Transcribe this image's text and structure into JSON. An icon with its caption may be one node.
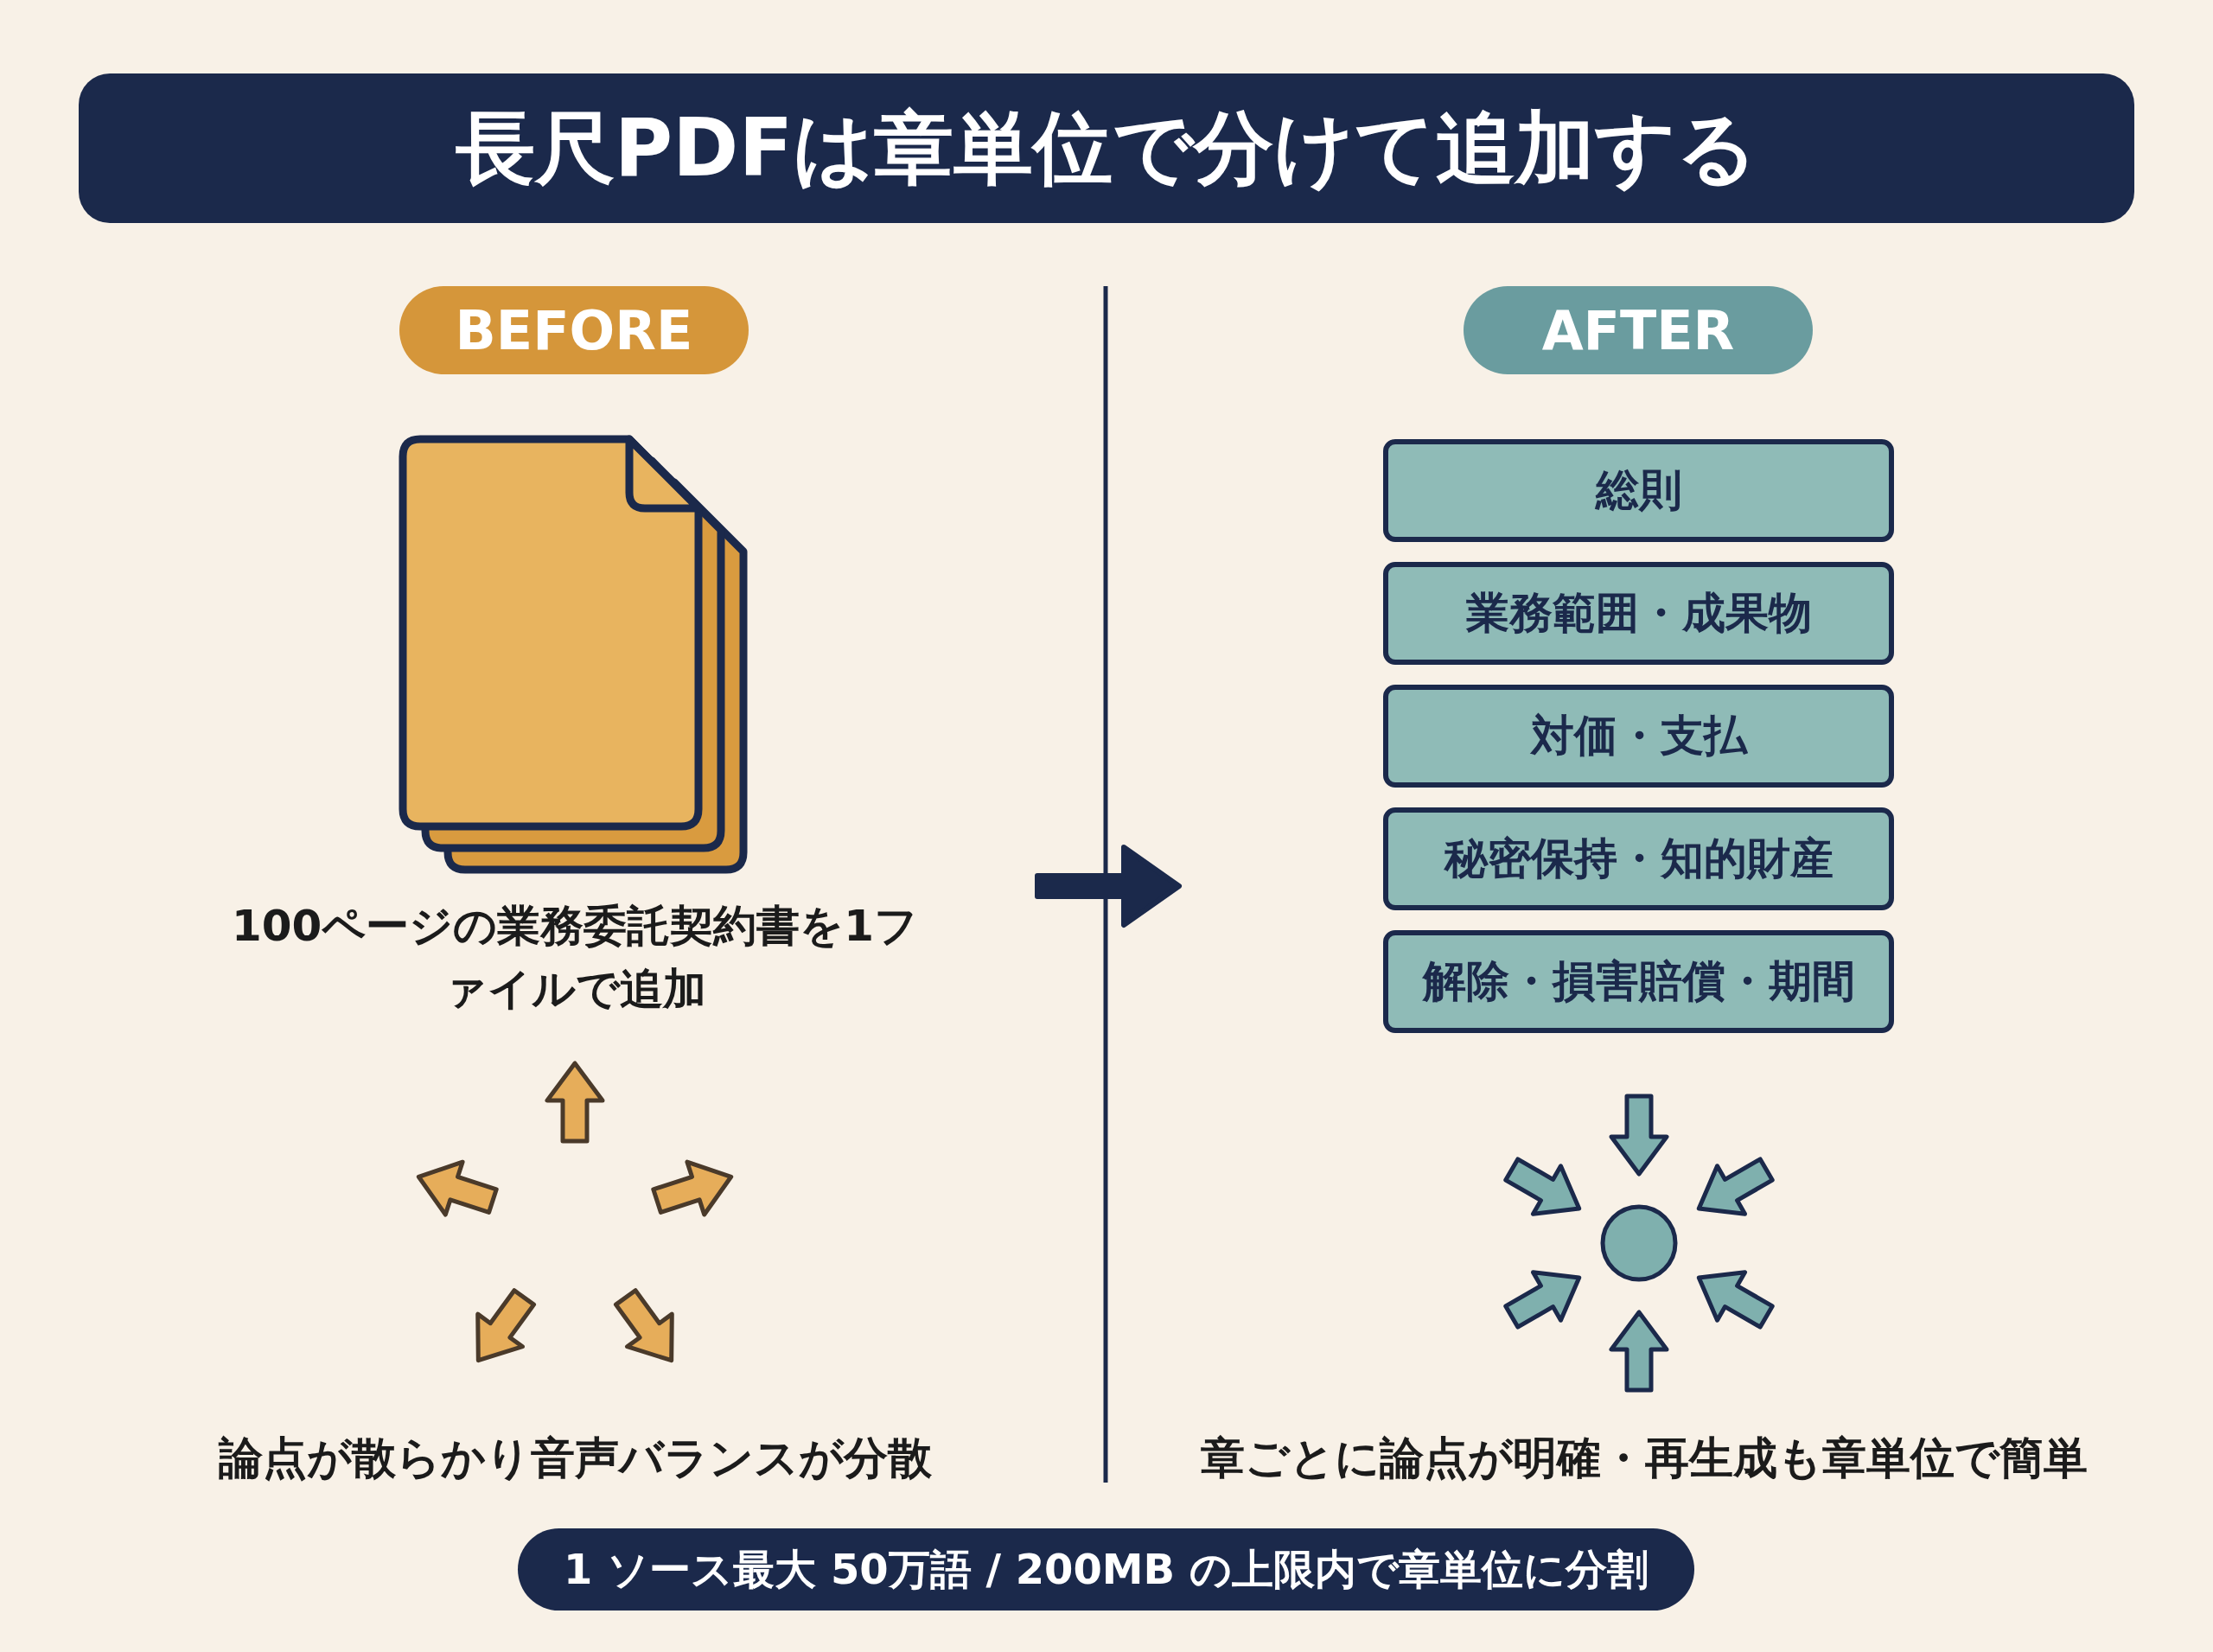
{
  "diagram": {
    "title": "長尺PDFは章単位で分けて追加する",
    "nodes": [
      {
        "text": [
          "BEFORE"
        ]
      },
      {
        "text": [
          "AFTER"
        ]
      },
      {
        "text": [
          "総則"
        ]
      },
      {
        "text": [
          "業務範囲・成果物"
        ]
      },
      {
        "text": [
          "対価・支払"
        ]
      },
      {
        "text": [
          "秘密保持・知的財産"
        ]
      },
      {
        "text": [
          "解除・損害賠償・期間"
        ]
      },
      {
        "text": [
          "1 ソース最大 50万語 / 200MB の上限内で章単位に分割"
        ]
      }
    ],
    "labels": [
      "100ページの業務委託契約書を1ファイルで追加",
      "論点が散らかり音声バランスが分散",
      "章ごとに論点が明確・再生成も章単位で簡単"
    ]
  }
}
